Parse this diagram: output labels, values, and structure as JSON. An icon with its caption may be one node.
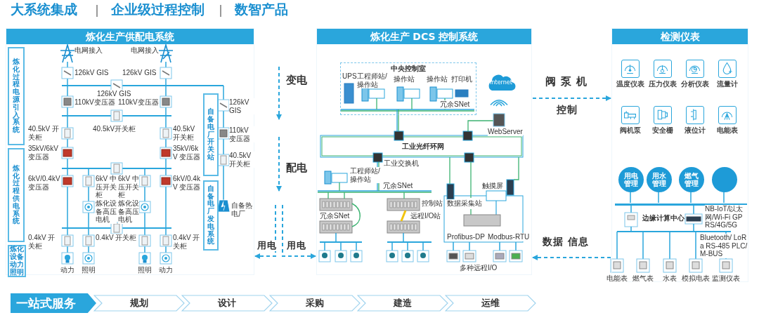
{
  "diagram": {
    "nodes": [
      {
        "text": [
          "炼化生产供配电系统"
        ]
      },
      {
        "text": [
          "炼化过程电源引入系统"
        ],
        "in": 0
      },
      {
        "text": [
          "炼化过程供电系统"
        ],
        "in": 0
      },
      {
        "text": [
          "炼化设备动力照明"
        ],
        "in": 0
      },
      {
        "text": [
          "自备电厂开关站"
        ],
        "in": 0
      },
      {
        "text": [
          "自备电厂发电系统"
        ],
        "in": 0
      },
      {
        "text": [
          "炼化生产 DCS 控制系统"
        ]
      },
      {
        "text": [
          "中央控制室"
        ],
        "in": 6
      },
      {
        "text": [
          "检测仪表"
        ]
      },
      {
        "text": [
          "温度仪表"
        ],
        "in": 8
      },
      {
        "text": [
          "压力仪表"
        ],
        "in": 8
      },
      {
        "text": [
          "分析仪表"
        ],
        "in": 8
      },
      {
        "text": [
          "流量计"
        ],
        "in": 8
      },
      {
        "text": [
          "阀机泵"
        ],
        "in": 8
      },
      {
        "text": [
          "安全栅"
        ],
        "in": 8
      },
      {
        "text": [
          "液位计"
        ],
        "in": 8
      },
      {
        "text": [
          "电能表"
        ],
        "in": 8
      },
      {
        "text": [
          "用电管理"
        ],
        "in": 8
      },
      {
        "text": [
          "用水管理"
        ],
        "in": 8
      },
      {
        "text": [
          "燃气管理"
        ],
        "in": 8
      },
      {
        "text": [],
        "shape": "circle",
        "in": 8
      },
      {
        "text": [
          "一站式服务"
        ]
      },
      {
        "text": [
          "规划"
        ]
      },
      {
        "text": [
          "设计"
        ]
      },
      {
        "text": [
          "采购"
        ]
      },
      {
        "text": [
          "建造"
        ]
      },
      {
        "text": [
          "运维"
        ]
      },
      {
        "text": [
          "Internet"
        ],
        "in": 6
      },
      {
        "text": [],
        "shape": "bar",
        "in": 8
      }
    ],
    "edges": [
      {
        "from": 6,
        "to": 8,
        "arrow": "to",
        "label": "阀 泵 机",
        "style": "dashed"
      },
      {
        "from": 8,
        "to": 6,
        "arrow": "to",
        "label": "数据 信息",
        "style": "dashed"
      },
      {
        "from": null,
        "to": 0,
        "arrow": "to",
        "label": "用电",
        "style": "dashed"
      },
      {
        "from": null,
        "to": 6,
        "arrow": "to",
        "label": "用电",
        "style": "dashed"
      },
      {
        "from": 17,
        "to": 28,
        "arrow": "none"
      },
      {
        "from": 18,
        "to": 28,
        "arrow": "none"
      },
      {
        "from": 19,
        "to": 28,
        "arrow": "none"
      },
      {
        "from": 20,
        "to": 28,
        "arrow": "none"
      }
    ],
    "labels": [
      "大系统集成",
      "企业级过程控制",
      "数智产品",
      "电网接入",
      "电网接入",
      "126kV GIS",
      "126kV GIS",
      "126kV GIS",
      "110kV变压器",
      "110kV变压器",
      "126kV GIS",
      "40.5kV 开关柜",
      "40.5kV开关柜",
      "40.5kV 开关柜",
      "110kV 变压器",
      "35kV/6kV 变压器",
      "35kV/6kV 变压器",
      "40.5kV 开关柜",
      "6kV/0.4kV 变压器",
      "6kV 中压开关柜",
      "6kV 中压开关柜",
      "6kV/0.4kV 变压器",
      "炼化设备高压电机",
      "炼化设备高压电机",
      "自备热电厂",
      "0.4kV 开关柜",
      "0.4kV 开关柜",
      "0.4kV 开关柜",
      "动力",
      "照明",
      "照明",
      "动力",
      "变电",
      "配电",
      "UPS",
      "工程师站/操作站",
      "操作站",
      "操作站",
      "打印机",
      "冗余SNet",
      "WebServer",
      "工业光纤环网",
      "工业交换机",
      "工程师站/操作站",
      "冗余SNet",
      "触摸屏",
      "控制站",
      "数据采集站",
      "冗余SNet",
      "远程I/O站",
      "Profibus-DP",
      "Modbus-RTU",
      "多种远程I/O",
      "控制",
      "边缘计算中心",
      "NB-IoT/以太网/Wi-Fi GPRS/4G/5G",
      "Bluetooth/ LoRa RS-485 PLC/M-BUS",
      "电能表",
      "燃气表",
      "水表",
      "模拟电表",
      "监测仪表"
    ]
  }
}
